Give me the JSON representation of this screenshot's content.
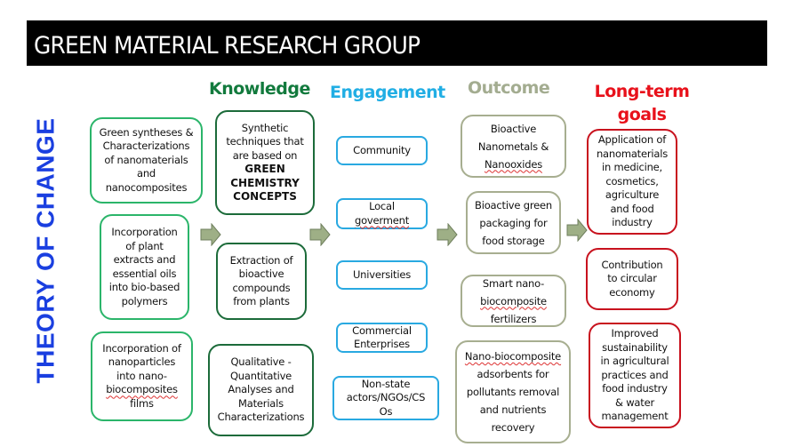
{
  "header": {
    "title": "GREEN MATERIAL RESEARCH GROUP"
  },
  "side_title": "THEORY OF CHANGE",
  "colors": {
    "knowledge": "#127a3d",
    "engagement": "#21aee4",
    "outcome": "#a3ac90",
    "long_term": "#e8111b",
    "side_title": "#1a3fe0",
    "arrow_fill": "#9eaf86",
    "arrow_stroke": "#6f7f5d"
  },
  "columns": {
    "knowledge": {
      "header": "Knowledge"
    },
    "engagement": {
      "header": "Engagement"
    },
    "outcome": {
      "header": "Outcome"
    },
    "long_term": {
      "header_line1": "Long-term",
      "header_line2": "goals"
    }
  },
  "inputs": [
    {
      "lines": [
        "Green syntheses &",
        "Characterizations",
        "of nanomaterials",
        "and",
        "nanocomposites"
      ]
    },
    {
      "lines": [
        "Incorporation",
        "of plant",
        "extracts and",
        "essential oils",
        "into bio-based",
        "polymers"
      ]
    },
    {
      "lines": [
        "Incorporation of",
        "nanoparticles",
        "into nano-",
        "biocomposites",
        "films"
      ]
    }
  ],
  "knowledge": [
    {
      "lines": [
        "Synthetic",
        "techniques that",
        "are based on"
      ],
      "bold_lines": [
        "GREEN",
        "CHEMISTRY",
        "CONCEPTS"
      ]
    },
    {
      "lines": [
        "Extraction of",
        "bioactive",
        "compounds",
        "from plants"
      ]
    },
    {
      "lines": [
        "Qualitative -",
        "Quantitative",
        "Analyses and",
        "Materials",
        "Characterizations"
      ]
    }
  ],
  "engagement": [
    {
      "lines": [
        "Community"
      ]
    },
    {
      "lines": [
        "Local",
        "goverment"
      ]
    },
    {
      "lines": [
        "Universities"
      ]
    },
    {
      "lines": [
        "Commercial",
        "Enterprises"
      ]
    },
    {
      "lines": [
        "Non-state",
        "actors/NGOs/CS",
        "Os"
      ]
    }
  ],
  "outcomes": [
    {
      "lines": [
        "Bioactive",
        "Nanometals &",
        "Nanooxides"
      ]
    },
    {
      "lines": [
        "Bioactive green",
        "packaging for",
        "food storage"
      ]
    },
    {
      "lines": [
        "Smart nano-",
        "biocomposite",
        "fertilizers"
      ]
    },
    {
      "lines": [
        "Nano-biocomposite",
        "adsorbents for",
        "pollutants removal",
        "and nutrients",
        "recovery"
      ]
    }
  ],
  "goals": [
    {
      "lines": [
        "Application of",
        "nanomaterials",
        "in medicine,",
        "cosmetics,",
        "agriculture",
        "and food",
        "industry"
      ]
    },
    {
      "lines": [
        "Contribution",
        "to circular",
        "economy"
      ]
    },
    {
      "lines": [
        "Improved",
        "sustainability",
        "in agricultural",
        "practices and",
        "food industry",
        "& water",
        "management"
      ]
    }
  ]
}
